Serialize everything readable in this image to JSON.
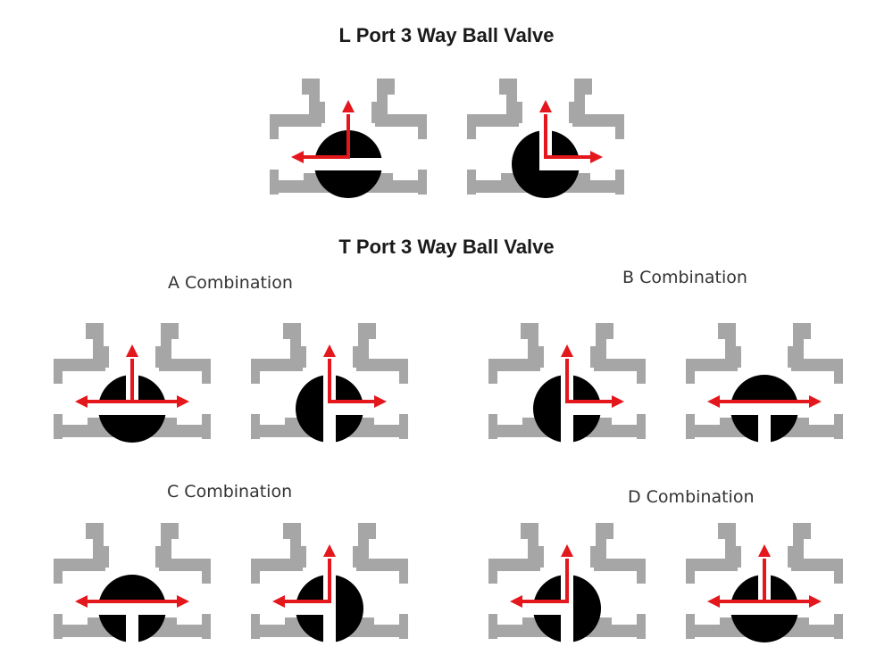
{
  "titles": {
    "l_port": "L Port 3 Way Ball Valve",
    "t_port": "T Port 3 Way Ball Valve"
  },
  "combinations": {
    "a": "A Combination",
    "b": "B Combination",
    "c": "C Combination",
    "d": "D Combination"
  },
  "colors": {
    "body": "#a6a6a6",
    "ball": "#000000",
    "arrow": "#e3171c",
    "text": "#333333"
  },
  "valves": [
    {
      "group": "L Port",
      "ball": "L with top and left ports",
      "flow": [
        "left",
        "top"
      ]
    },
    {
      "group": "L Port",
      "ball": "L with top and right ports",
      "flow": [
        "top",
        "right"
      ]
    },
    {
      "group": "A Combination",
      "ball": "T with left, top and right ports",
      "flow": [
        "left",
        "top",
        "right"
      ]
    },
    {
      "group": "A Combination",
      "ball": "T with top, right and bottom ports",
      "flow": [
        "top",
        "right"
      ]
    },
    {
      "group": "B Combination",
      "ball": "T with top, right and bottom ports",
      "flow": [
        "top",
        "right"
      ]
    },
    {
      "group": "B Combination",
      "ball": "T with left, bottom and right ports",
      "flow": [
        "left",
        "right"
      ]
    },
    {
      "group": "C Combination",
      "ball": "T with left, bottom and right ports",
      "flow": [
        "left",
        "right"
      ]
    },
    {
      "group": "C Combination",
      "ball": "T with left, top and bottom ports",
      "flow": [
        "left",
        "top"
      ]
    },
    {
      "group": "D Combination",
      "ball": "T with left, top and bottom ports",
      "flow": [
        "left",
        "top"
      ]
    },
    {
      "group": "D Combination",
      "ball": "T with left, top and right ports",
      "flow": [
        "left",
        "top",
        "right"
      ]
    }
  ]
}
